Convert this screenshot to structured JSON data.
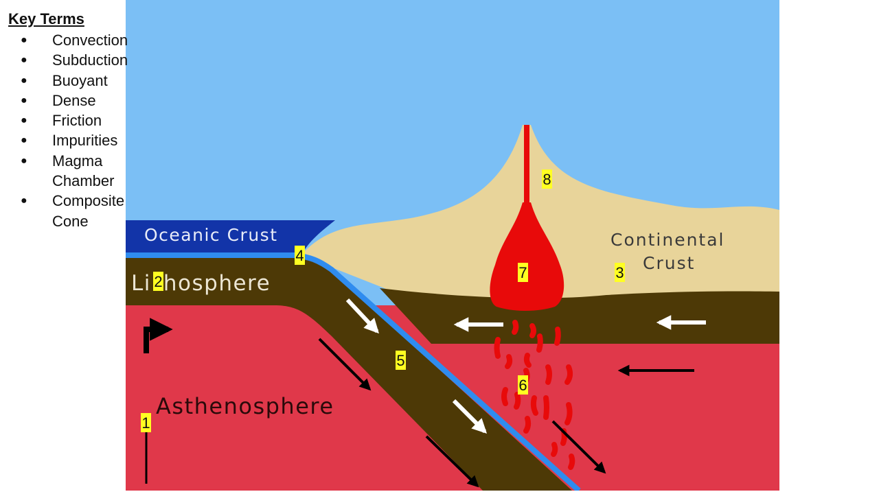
{
  "key_terms": {
    "title": "Key Terms",
    "items": [
      "Convection",
      "Subduction",
      "Buoyant",
      "Dense",
      "Friction",
      "Impurities",
      "Magma Chamber",
      "Composite Cone"
    ]
  },
  "diagram": {
    "labels": {
      "oceanic_crust": "Oceanic Crust",
      "lithosphere_pre": "Li",
      "lithosphere_post": "hosphere",
      "continental_line1": "Continental",
      "continental_line2": "Crust",
      "asthenosphere": "Asthenosphere"
    },
    "markers": [
      "1",
      "2",
      "3",
      "4",
      "5",
      "6",
      "7",
      "8"
    ],
    "colors": {
      "sky": "#7bbff5",
      "mantle": "#e0384a",
      "lithosphere": "#4d3906",
      "oceanic_crust": "#1234a8",
      "subducting_edge": "#2f8cef",
      "continental_crust": "#e8d49a",
      "magma": "#e80a0a",
      "marker_bg": "#ffff22"
    }
  }
}
